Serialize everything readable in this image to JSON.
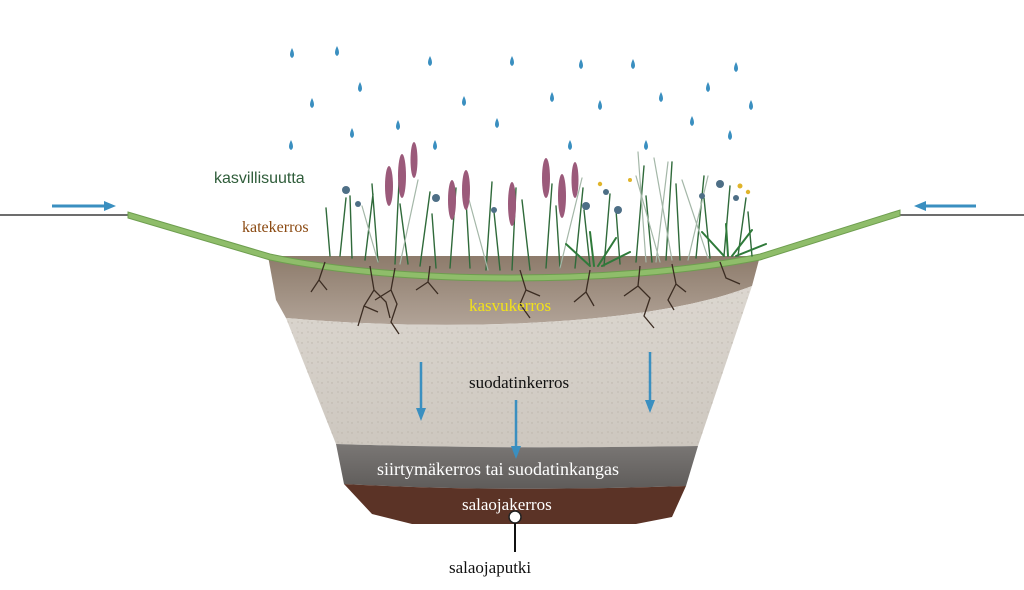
{
  "layers": {
    "vegetation": "kasvillisuutta",
    "mulch": "katekerros",
    "growing": "kasvukerros",
    "filter": "suodatinkerros",
    "transition": "siirtymäkerros tai suodatinkangas",
    "drainage": "salaojakerros",
    "pipe": "salaojaputki"
  },
  "colors": {
    "vegetation_label": "#2f5d3a",
    "mulch_label": "#8b4a12",
    "growing_label": "#f2e21a",
    "filter_label": "#111111",
    "transition_label": "#ffffff",
    "drainage_label": "#ffffff",
    "pipe_label": "#111111",
    "water": "#3a8fc0",
    "growing_layer": "#9c8c7d",
    "filter_layer": "#d6d1ca",
    "transition_layer": "#6f6c6a",
    "drainage_layer": "#5b3326",
    "grass": "#8fbd6a",
    "ground_line": "#6d6d6d"
  }
}
